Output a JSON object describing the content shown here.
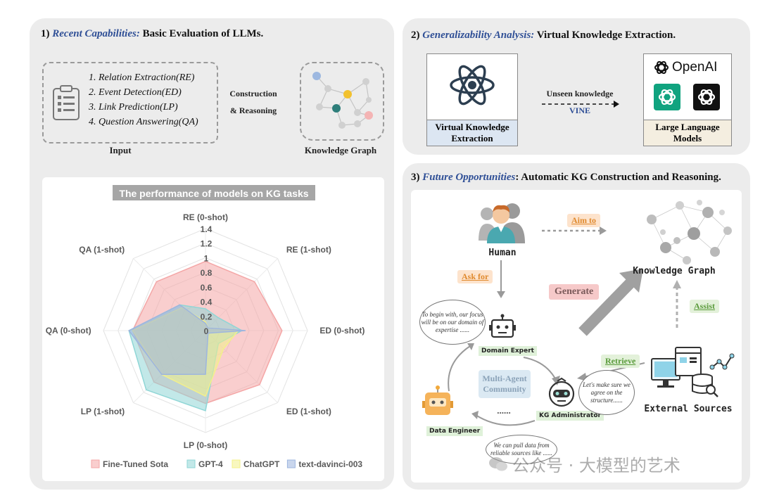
{
  "panel1": {
    "num": "1)",
    "title_italic": "Recent Capabilities:",
    "title_rest": "Basic Evaluation of  LLMs.",
    "tasks": [
      "1.  Relation Extraction(RE)",
      "2.  Event Detection(ED)",
      "3.  Link Prediction(LP)",
      "4.  Question Answering(QA)"
    ],
    "input_label": "Input",
    "construction_line1": "Construction",
    "construction_line2": "& Reasoning",
    "kg_label": "Knowledge Graph"
  },
  "panel2": {
    "num": "2)",
    "title_italic": "Generalizability Analysis:",
    "title_rest": "Virtual Knowledge Extraction.",
    "vke_line1": "Virtual Knowledge",
    "vke_line2": "Extraction",
    "unseen": "Unseen  knowledge",
    "vine": "VINE",
    "openai": "OpenAI",
    "llm_line1": "Large Language",
    "llm_line2": "Models"
  },
  "panel3": {
    "num": "3)",
    "title_italic": "Future Opportunities",
    "title_rest": ":  Automatic KG Construction and Reasoning.",
    "human": "Human",
    "aim_to": "Aim to",
    "knowledge_graph": "Knowledge Graph",
    "ask_for": "Ask for",
    "generate": "Generate",
    "assist": "Assist",
    "retrieve": "Retrieve",
    "bubble1": "To begin with, our focus will be on our domain of expertise ......",
    "bubble2": "Let's make sure we agree on the structure......",
    "bubble3": "We can pull data from reliable sources like ......",
    "domain_expert": "Domain Expert",
    "multi_agent_line1": "Multi-Agent",
    "multi_agent_line2": "Community",
    "ellipsis": "......",
    "kg_admin": "KG Administrator",
    "data_engineer": "Data Engineer",
    "external_sources": "External Sources",
    "watermark": "公众号 · 大模型的艺术"
  },
  "colors": {
    "accent_blue": "#2f4f96",
    "orange_tag": "#e08a2e",
    "green_tag": "#5a9b3b"
  },
  "chart_data": {
    "type": "radar",
    "title": "The performance of models on KG tasks",
    "axes": [
      "RE (0-shot)",
      "RE (1-shot)",
      "ED (0-shot)",
      "ED (1-shot)",
      "LP (0-shot)",
      "LP (1-shot)",
      "QA (0-shot)",
      "QA (1-shot)"
    ],
    "rlim": [
      0,
      1.4
    ],
    "ticks": [
      "0",
      "0.2",
      "0.4",
      "0.6",
      "0.8",
      "1",
      "1.2",
      "1.4"
    ],
    "series": [
      {
        "name": "Fine-Tuned Sota",
        "color": "#f4a6a6",
        "values": [
          0.95,
          0.95,
          1.05,
          1.05,
          1.0,
          1.0,
          1.0,
          0.95
        ]
      },
      {
        "name": "GPT-4",
        "color": "#8fd6d6",
        "values": [
          0.3,
          0.25,
          0.5,
          0.25,
          1.1,
          1.15,
          1.05,
          0.5
        ]
      },
      {
        "name": "ChatGPT",
        "color": "#f3f08a",
        "values": [
          0.12,
          0.05,
          0.45,
          0.35,
          0.9,
          0.85,
          1.0,
          0.45
        ]
      },
      {
        "name": "text-davinci-003",
        "color": "#9db5de",
        "values": [
          0.1,
          0.05,
          0.55,
          0.05,
          0.6,
          0.85,
          1.05,
          0.5
        ]
      }
    ]
  }
}
